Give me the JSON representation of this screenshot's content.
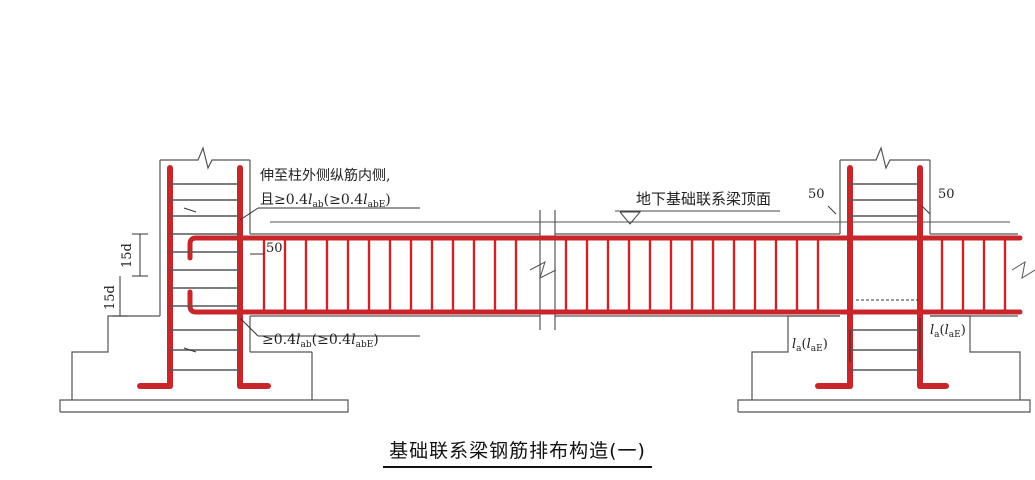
{
  "title": "基础联系梁钢筋排布构造(一)",
  "labels": {
    "top_surface": "地下基础联系梁顶面",
    "anchor_line1": "伸至柱外侧纵筋内侧,",
    "anchor_line2_prefix": "且≥0.4",
    "anchor_line2_suffix": "(≥0.4",
    "bottom_anchor_prefix": "≥0.4",
    "dim_50": "50",
    "dim_15d": "15d",
    "lap_la": "l",
    "lap_sub_a": "a",
    "lap_sub_aE": "aE",
    "sub_ab": "ab",
    "sub_abE": "abE"
  },
  "colors": {
    "rebar": "#c8262a",
    "line": "#444444",
    "background": "#ffffff"
  }
}
